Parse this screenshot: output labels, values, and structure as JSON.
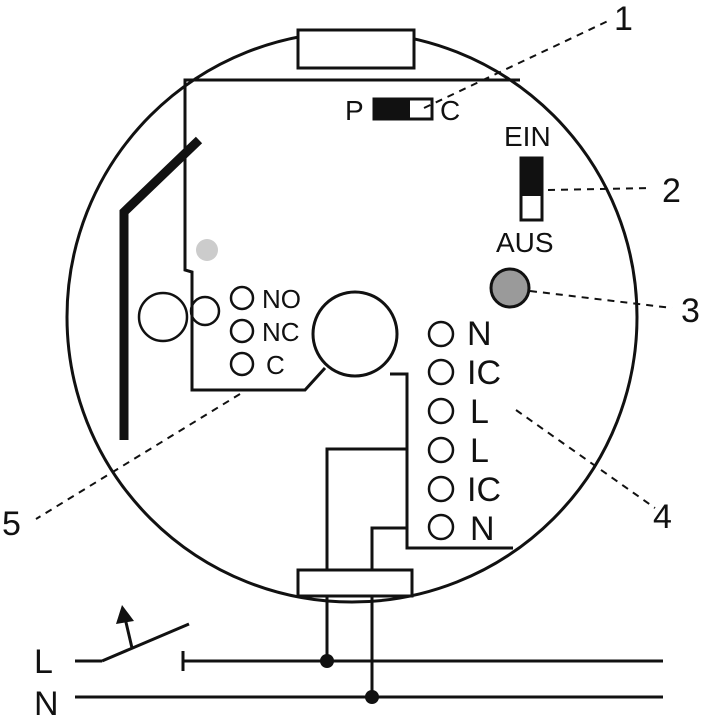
{
  "callouts": [
    "1",
    "2",
    "3",
    "4",
    "5"
  ],
  "mode_switch": {
    "left": "P",
    "right": "C"
  },
  "power_switch": {
    "top": "EIN",
    "bottom": "AUS"
  },
  "relay_terminals": [
    "NO",
    "NC",
    "C"
  ],
  "bus_terminals": [
    "N",
    "IC",
    "L",
    "L",
    "IC",
    "N"
  ],
  "supply": {
    "line": "L",
    "neutral": "N"
  },
  "colors": {
    "stroke": "#111111",
    "led": "#cccccc",
    "button": "#9a9a9a"
  }
}
